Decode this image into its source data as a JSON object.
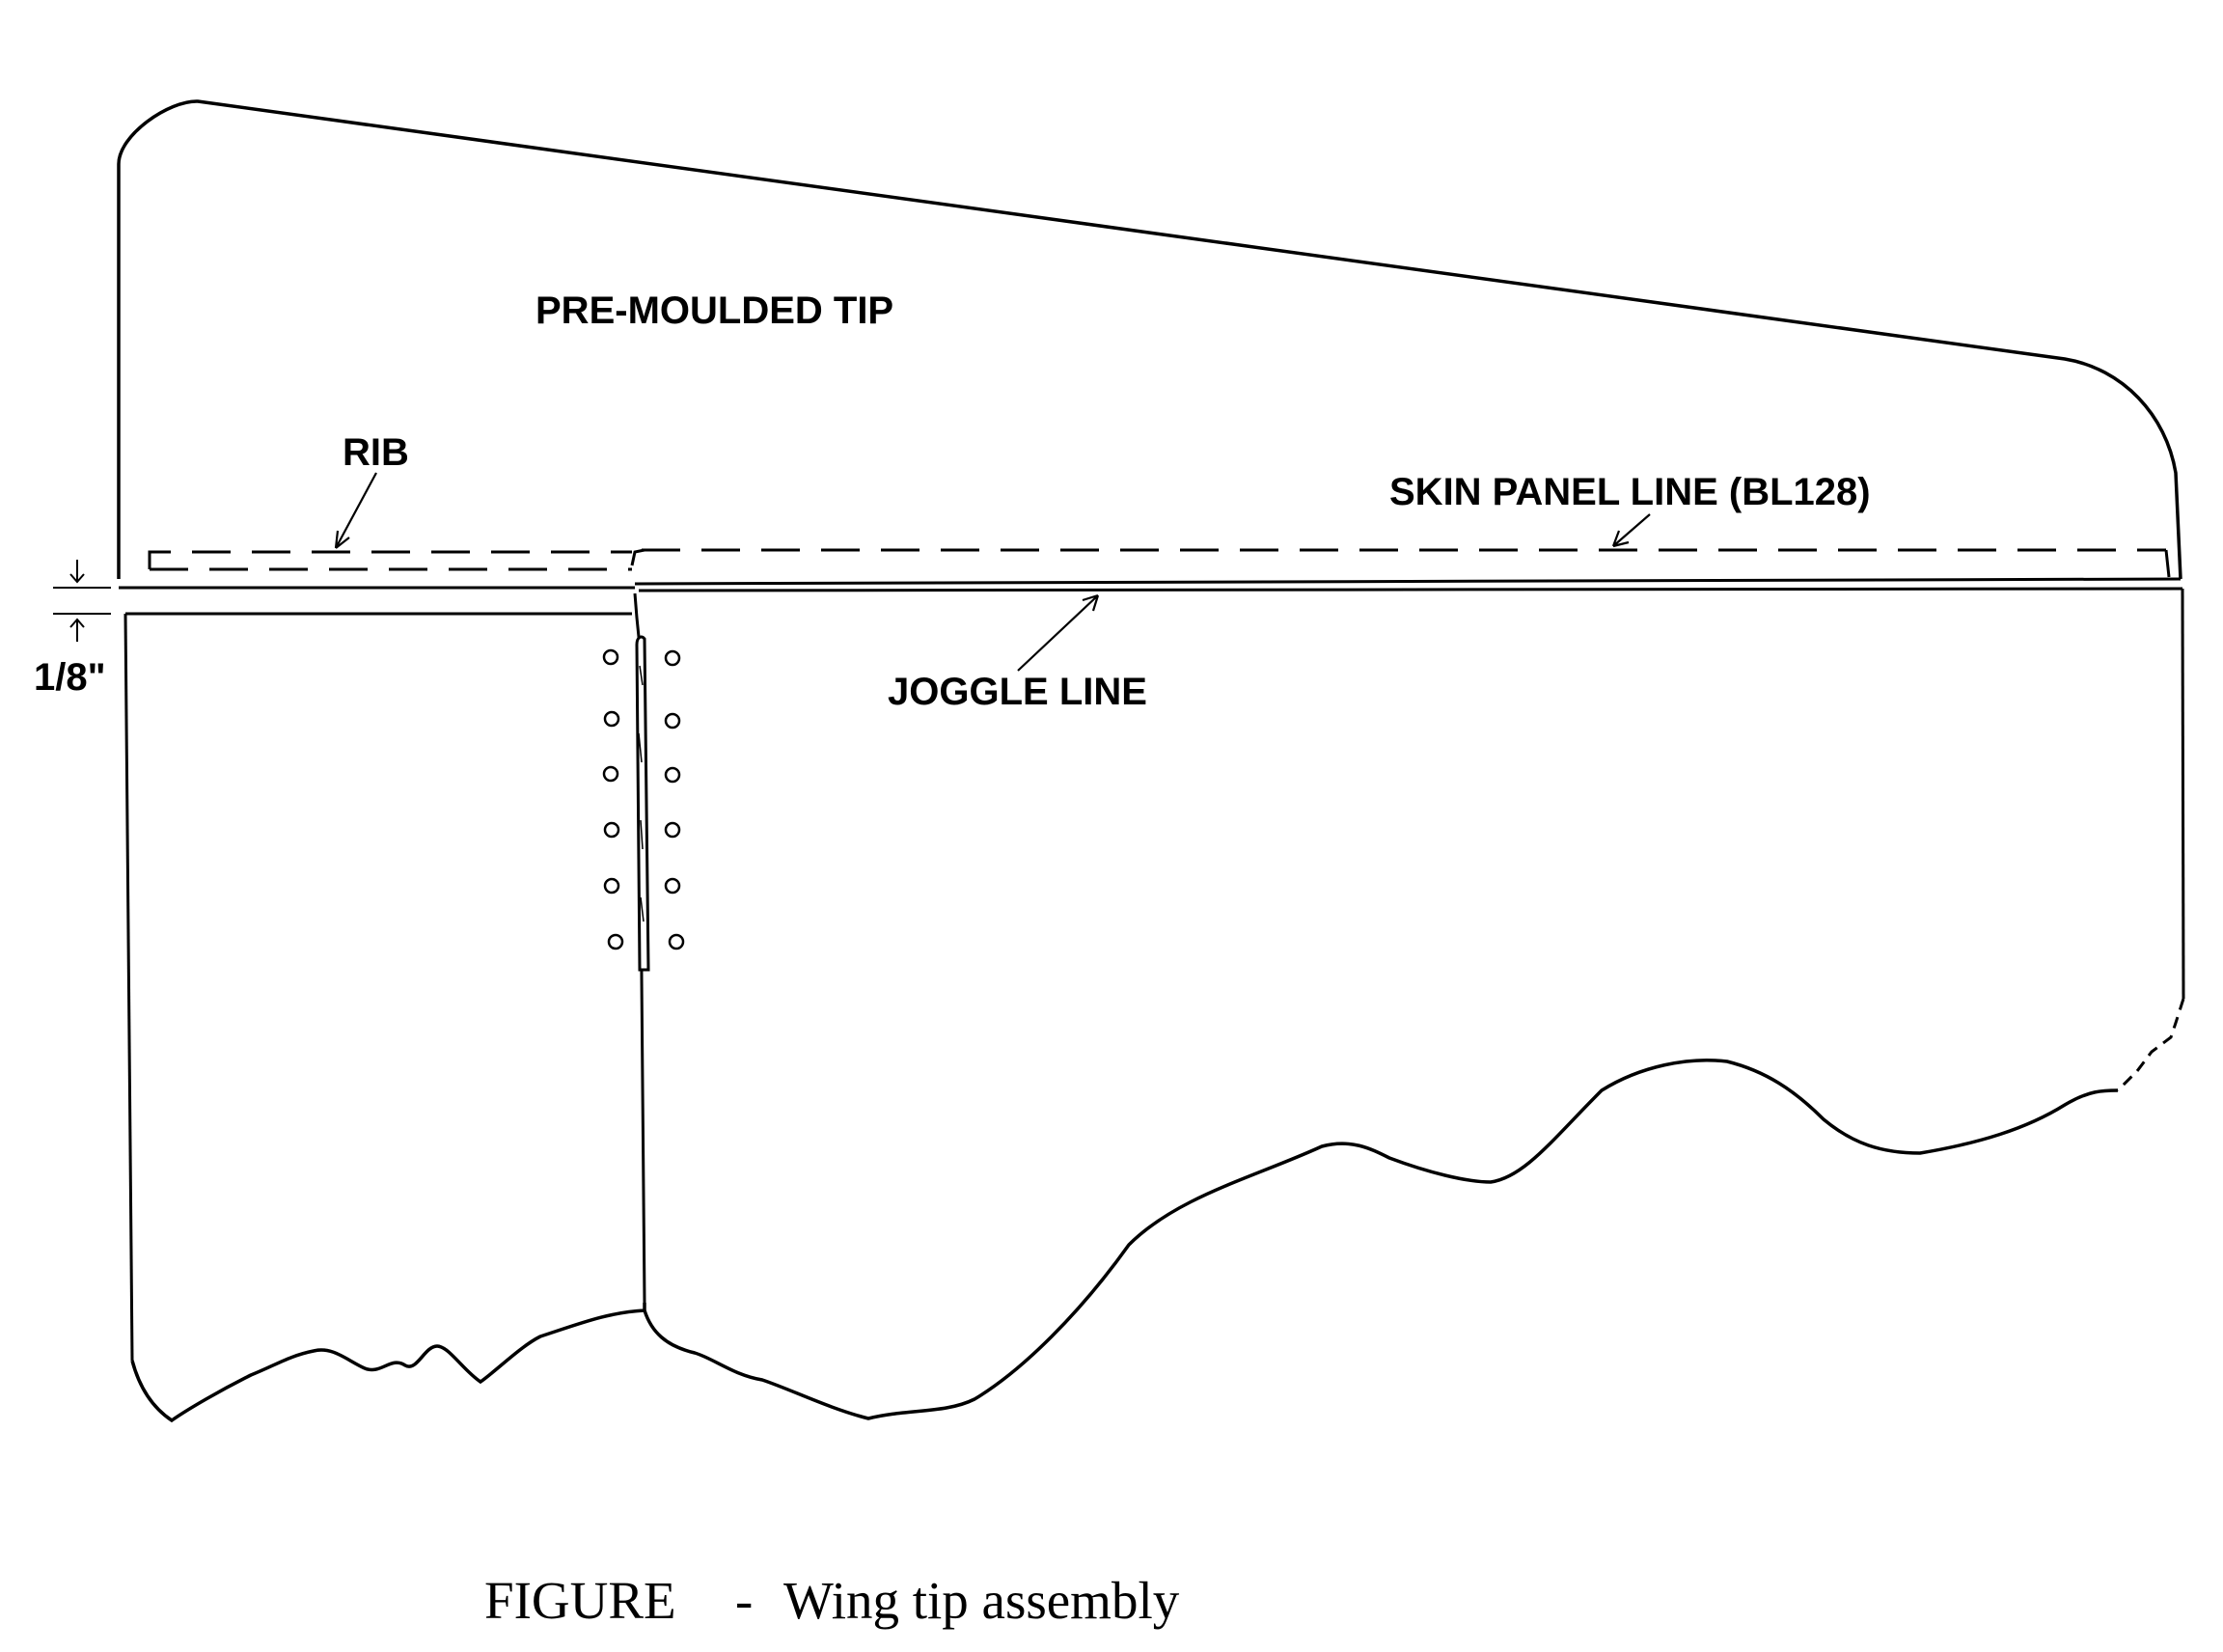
{
  "labels": {
    "tip": "PRE-MOULDED TIP",
    "rib": "RIB",
    "skin_panel": "SKIN PANEL LINE (BL128)",
    "joggle": "JOGGLE LINE",
    "gap": "1/8\""
  },
  "caption": {
    "figure": "FIGURE",
    "separator": "-",
    "title": "Wing tip assembly"
  },
  "colors": {
    "ink": "#000000",
    "paper": "#ffffff"
  }
}
